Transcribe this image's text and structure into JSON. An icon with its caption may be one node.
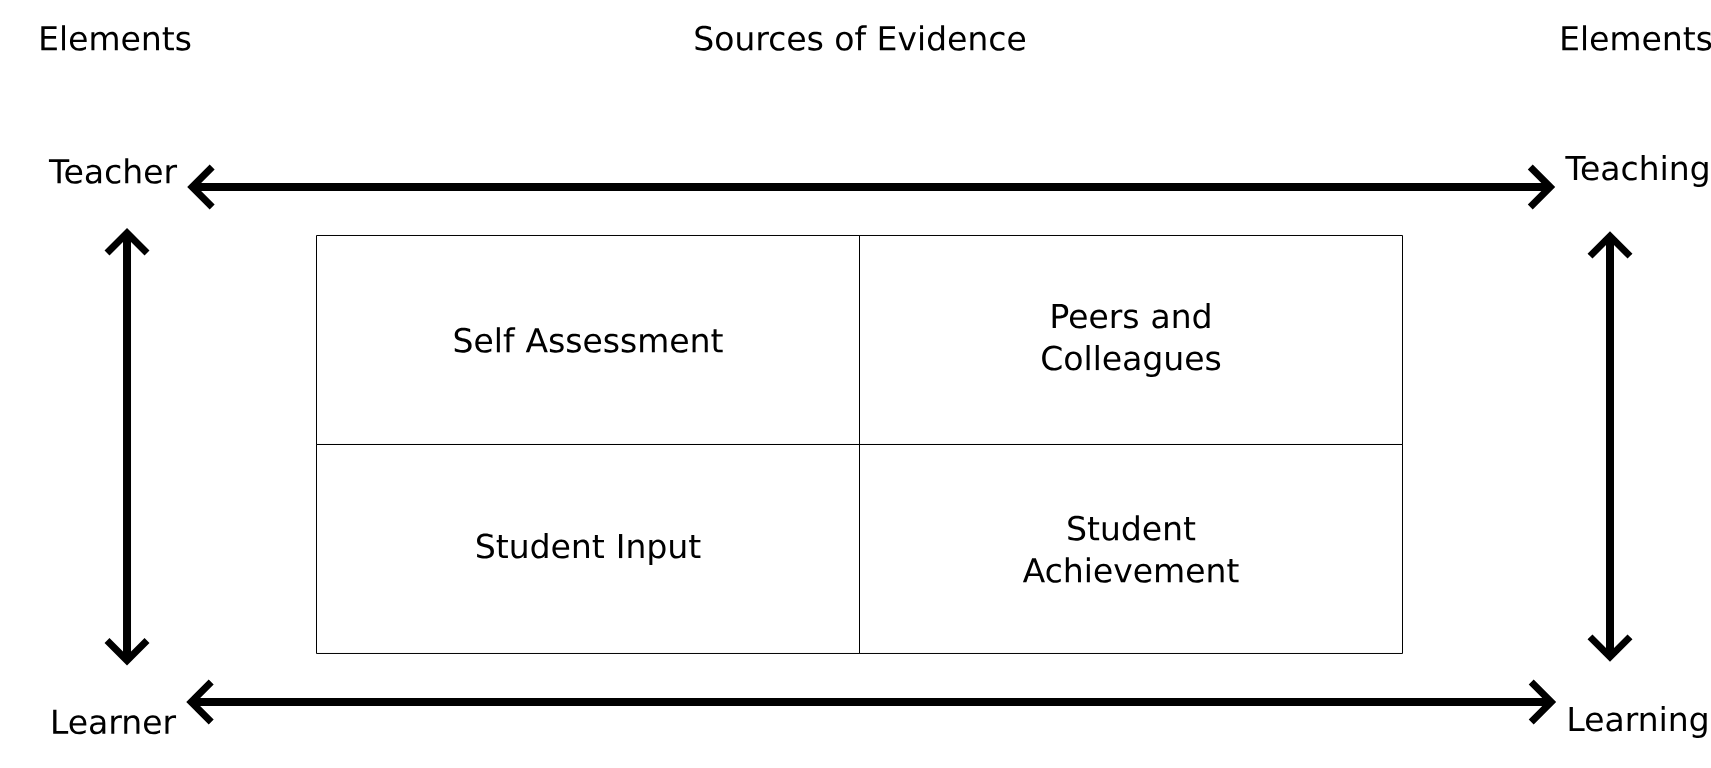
{
  "diagram": {
    "nodes": [
      {
        "text": [
          "Teacher"
        ]
      },
      {
        "text": [
          "Teaching"
        ]
      },
      {
        "text": [
          "Learner"
        ]
      },
      {
        "text": [
          "Learning"
        ]
      },
      {
        "text": [
          "Self Assessment"
        ]
      },
      {
        "text": [
          "Peers and Colleagues"
        ]
      },
      {
        "text": [
          "Student Input"
        ]
      },
      {
        "text": [
          "Student Achievement"
        ]
      }
    ],
    "edges": [
      {
        "from": 0,
        "to": 1,
        "arrow": "both"
      },
      {
        "from": 0,
        "to": 2,
        "arrow": "both"
      },
      {
        "from": 1,
        "to": 3,
        "arrow": "both"
      },
      {
        "from": 2,
        "to": 3,
        "arrow": "both"
      }
    ],
    "labels": [
      "Elements",
      "Sources of Evidence",
      "Elements"
    ]
  }
}
